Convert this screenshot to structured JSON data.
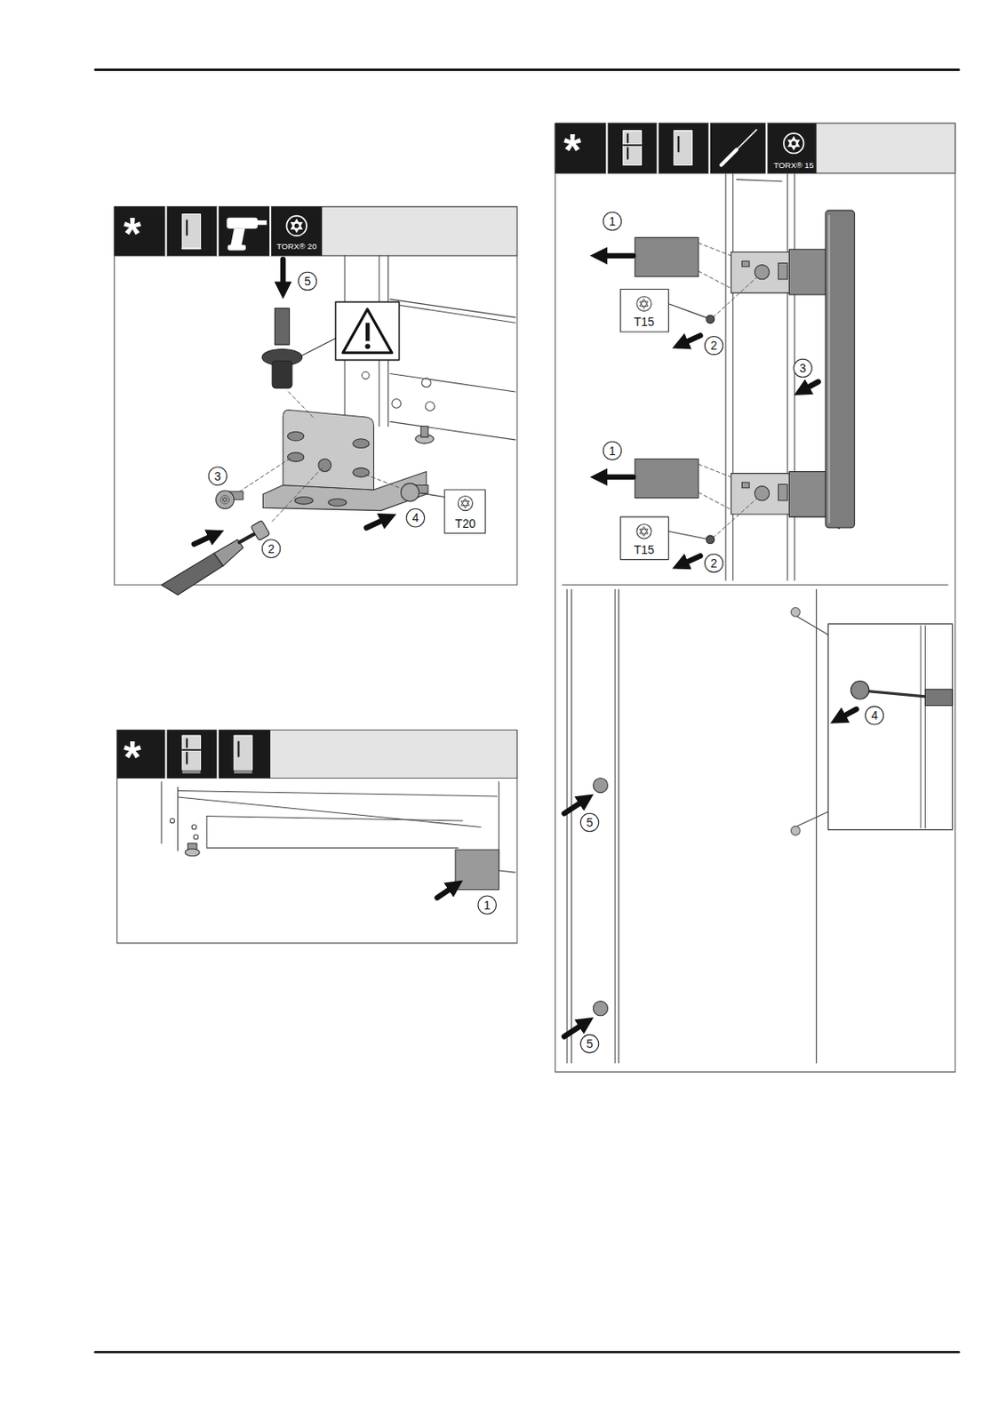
{
  "diagram": {
    "labels": [
      "*",
      "TORX® 20",
      "5",
      "3",
      "2",
      "4",
      "T20",
      "*",
      "1",
      "*",
      "TORX® 15",
      "1",
      "T15",
      "2",
      "3",
      "1",
      "T15",
      "2",
      "4",
      "5",
      "5"
    ]
  }
}
